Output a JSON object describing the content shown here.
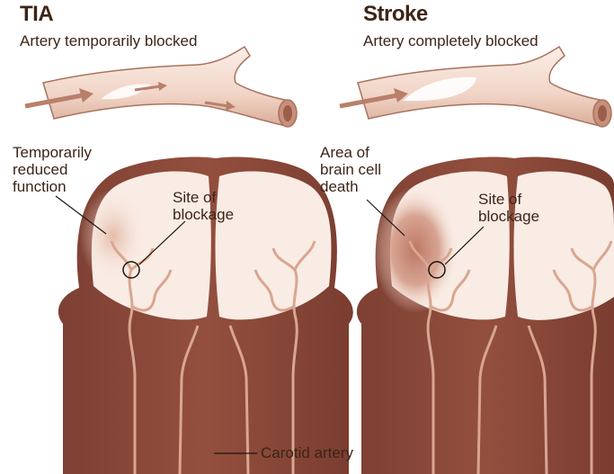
{
  "panels": {
    "tia": {
      "title": "TIA",
      "subtitle": "Artery temporarily blocked",
      "effect_label": "Temporarily\nreduced\nfunction",
      "site_label": "Site of\nblockage"
    },
    "stroke": {
      "title": "Stroke",
      "subtitle": "Artery completely blocked",
      "effect_label": "Area of\nbrain cell\ndeath",
      "site_label": "Site of\nblockage"
    }
  },
  "footer": {
    "carotid_label": "Carotid artery"
  },
  "colors": {
    "head": "#8a4a3a",
    "head_dark": "#6e3428",
    "brain": "#f9ece4",
    "vessel": "#d9a690",
    "artery": "#f4ded3",
    "text": "#3d2418",
    "tia_damage": "#e8c3b2",
    "stroke_damage": "#c98772"
  }
}
